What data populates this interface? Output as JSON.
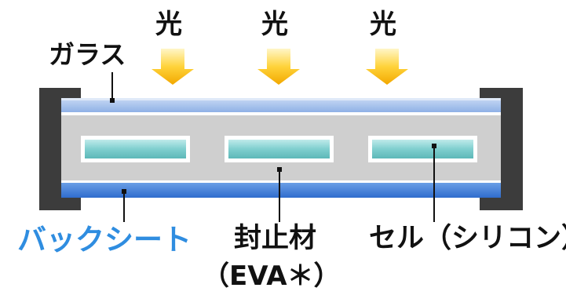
{
  "labels": {
    "light": [
      "光",
      "光",
      "光"
    ],
    "glass": "ガラス",
    "backsheet": "バックシート",
    "encapsulant": "封止材",
    "encapsulant_sub": "（EVA＊）",
    "cell": "セル（シリコン）"
  },
  "colors": {
    "frame": "#3c3c3c",
    "glass": "#a9c4ec",
    "backsheet": "#3a78d6",
    "encapsulant": "#cfcfcf",
    "cell": "#7fd0d0",
    "arrow": "#f6b400",
    "backsheet_label": "#2f8de0",
    "text": "#111111"
  }
}
